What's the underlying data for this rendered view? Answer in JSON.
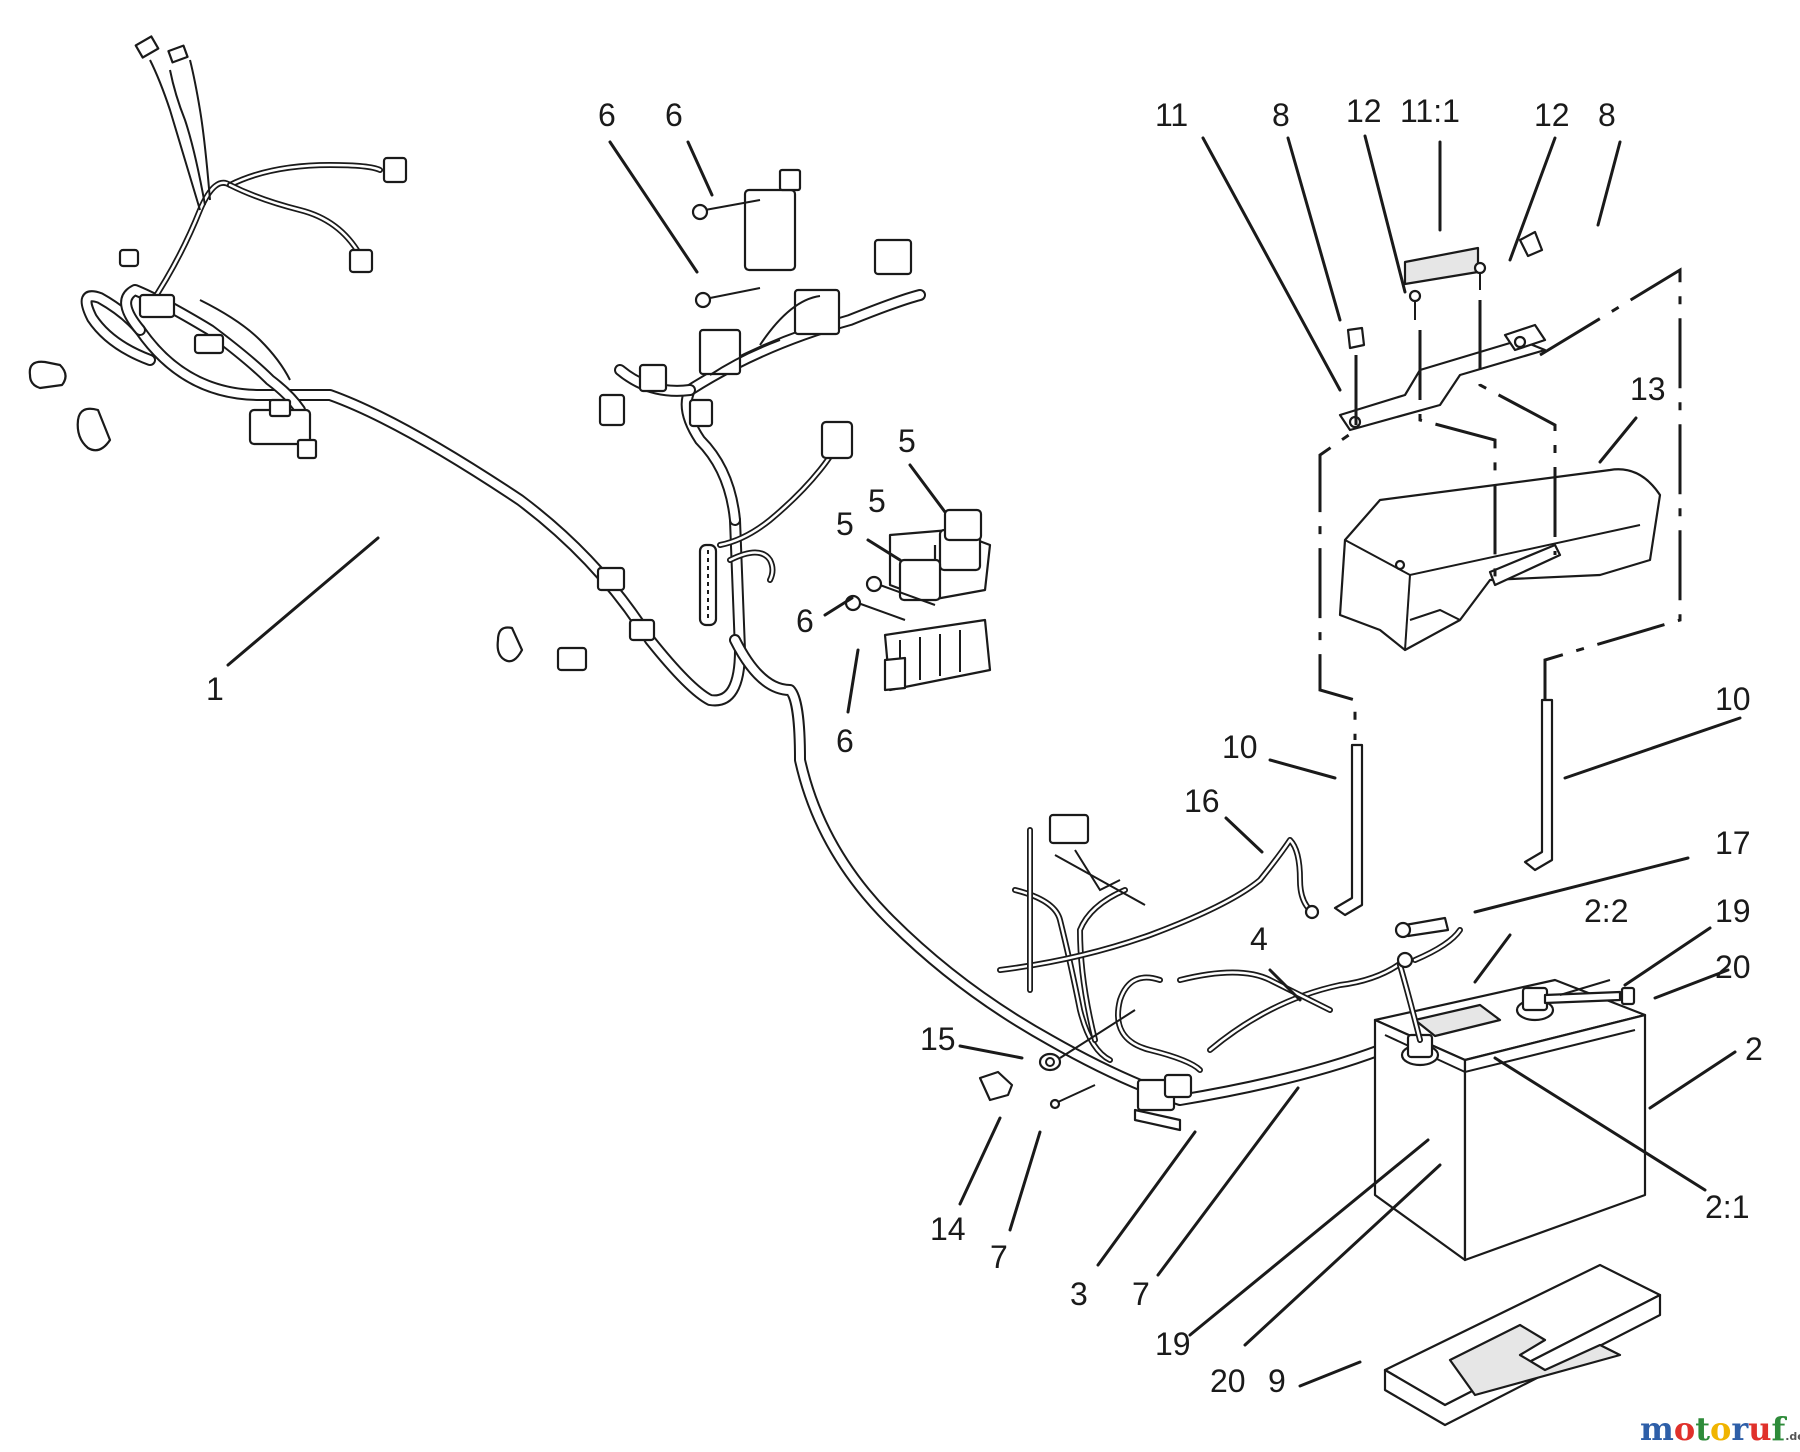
{
  "callouts": [
    {
      "label": "1"
    },
    {
      "label": "6"
    },
    {
      "label": "6"
    },
    {
      "label": "6"
    },
    {
      "label": "6"
    },
    {
      "label": "5"
    },
    {
      "label": "5"
    },
    {
      "label": "5"
    },
    {
      "label": "11"
    },
    {
      "label": "8"
    },
    {
      "label": "12"
    },
    {
      "label": "11:1"
    },
    {
      "label": "12"
    },
    {
      "label": "8"
    },
    {
      "label": "13"
    },
    {
      "label": "10"
    },
    {
      "label": "10"
    },
    {
      "label": "16"
    },
    {
      "label": "17"
    },
    {
      "label": "2:2"
    },
    {
      "label": "19"
    },
    {
      "label": "20"
    },
    {
      "label": "2"
    },
    {
      "label": "2:1"
    },
    {
      "label": "4"
    },
    {
      "label": "15"
    },
    {
      "label": "14"
    },
    {
      "label": "7"
    },
    {
      "label": "3"
    },
    {
      "label": "7"
    },
    {
      "label": "19"
    },
    {
      "label": "20"
    },
    {
      "label": "9"
    }
  ],
  "watermark": {
    "letters": [
      "m",
      "o",
      "t",
      "o",
      "r",
      "u",
      "f"
    ],
    "suffix": ".de",
    "letter_colors": [
      "#2e5fa8",
      "#e0312b",
      "#2e8b3a",
      "#f0b400",
      "#2e5fa8",
      "#e0312b",
      "#2e8b3a"
    ]
  }
}
